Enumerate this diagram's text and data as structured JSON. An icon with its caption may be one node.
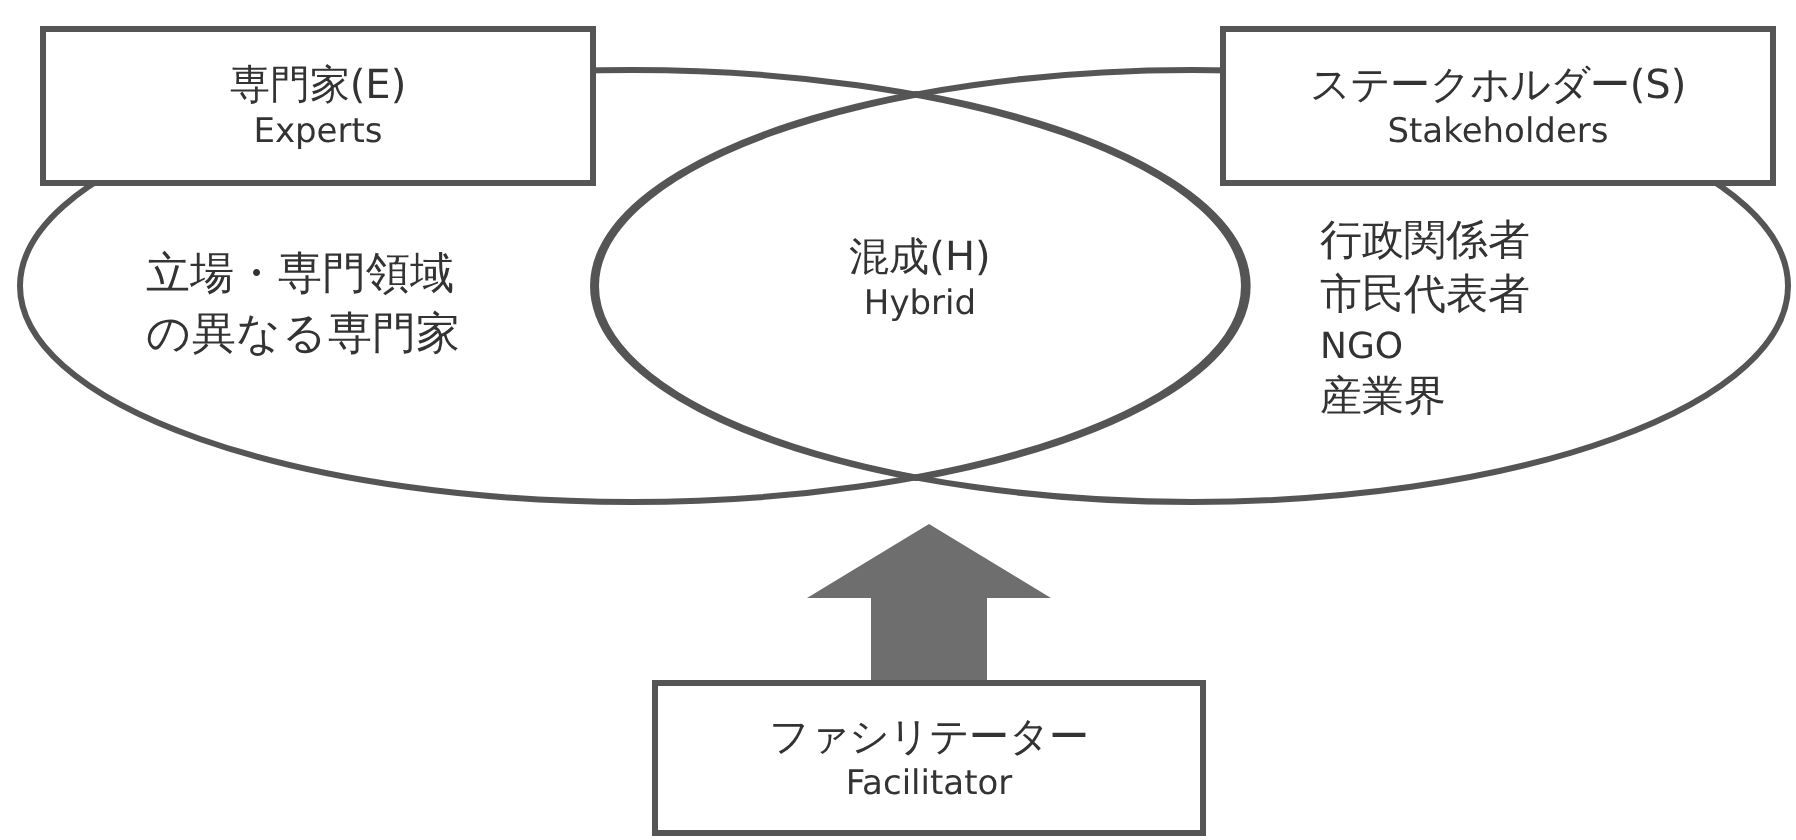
{
  "diagram": {
    "nodes": [
      {
        "text": [
          "専門家(E)",
          "Experts"
        ]
      },
      {
        "text": [
          "ステークホルダー(S)",
          "Stakeholders"
        ]
      },
      {
        "text": [
          "立場・専門領域の異なる専門家"
        ]
      },
      {
        "text": [
          "混成(H)",
          "Hybrid"
        ]
      },
      {
        "text": [
          "行政関係者",
          "市民代表者",
          "NGO",
          "産業界"
        ]
      },
      {
        "text": [
          "ファシリテーター",
          "Facilitator"
        ]
      }
    ],
    "edges": [
      {
        "from": 5,
        "to": 3,
        "arrow": "to",
        "color": "#6e6e6e"
      }
    ]
  }
}
